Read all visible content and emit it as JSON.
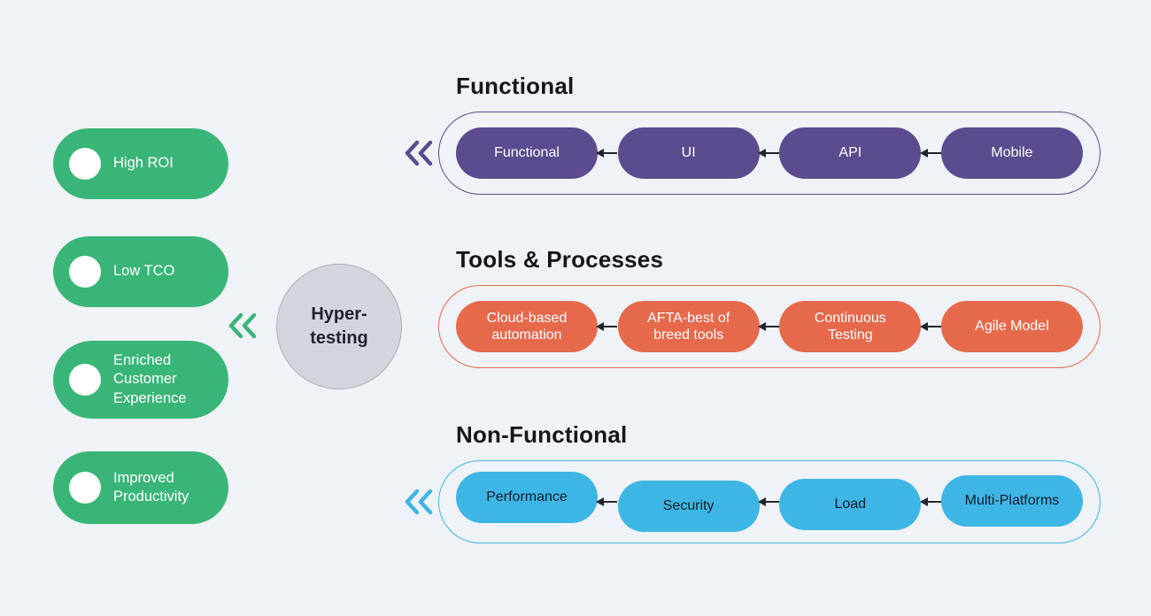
{
  "colors": {
    "bg": "#eff2f6",
    "green": "#39b578",
    "purple": "#5b4b8f",
    "coral": "#e6694c",
    "blue": "#3eb6e5",
    "hub-gray": "#d2d6dc",
    "arrow": "#20242c",
    "title": "#14161c"
  },
  "benefits": {
    "items": [
      "High ROI",
      "Low TCO",
      "Enriched Customer Experience",
      "Improved Productivity"
    ]
  },
  "hub": {
    "label": "Hyper-testing"
  },
  "groups": [
    {
      "title": "Functional",
      "items": [
        "Functional",
        "UI",
        "API",
        "Mobile"
      ]
    },
    {
      "title": "Tools & Processes",
      "items": [
        "Cloud-based automation",
        "AFTA-best of breed tools",
        "Continuous Testing",
        "Agile Model"
      ]
    },
    {
      "title": "Non-Functional",
      "items": [
        "Performance",
        "Security",
        "Load",
        "Multi-Platforms"
      ]
    }
  ]
}
